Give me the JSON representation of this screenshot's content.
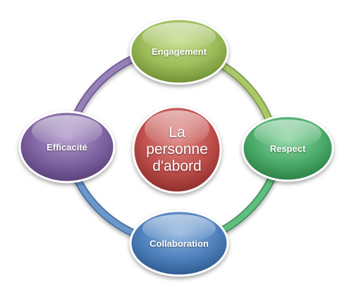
{
  "diagram": {
    "center": {
      "lines": [
        "La",
        "personne",
        "d'abord"
      ],
      "color": "#c0504d"
    },
    "nodes": [
      {
        "label": "Engagement",
        "color": "#9bbb59"
      },
      {
        "label": "Respect",
        "color": "#4bac6a"
      },
      {
        "label": "Collaboration",
        "color": "#4f81bd"
      },
      {
        "label": "Efficacité",
        "color": "#8064a2"
      }
    ],
    "arcs": [
      {
        "from": "Engagement",
        "to": "Respect",
        "color": "#9bbb59"
      },
      {
        "from": "Respect",
        "to": "Collaboration",
        "color": "#4bac6a"
      },
      {
        "from": "Collaboration",
        "to": "Efficacité",
        "color": "#4f81bd"
      },
      {
        "from": "Efficacité",
        "to": "Engagement",
        "color": "#8064a2"
      }
    ]
  }
}
